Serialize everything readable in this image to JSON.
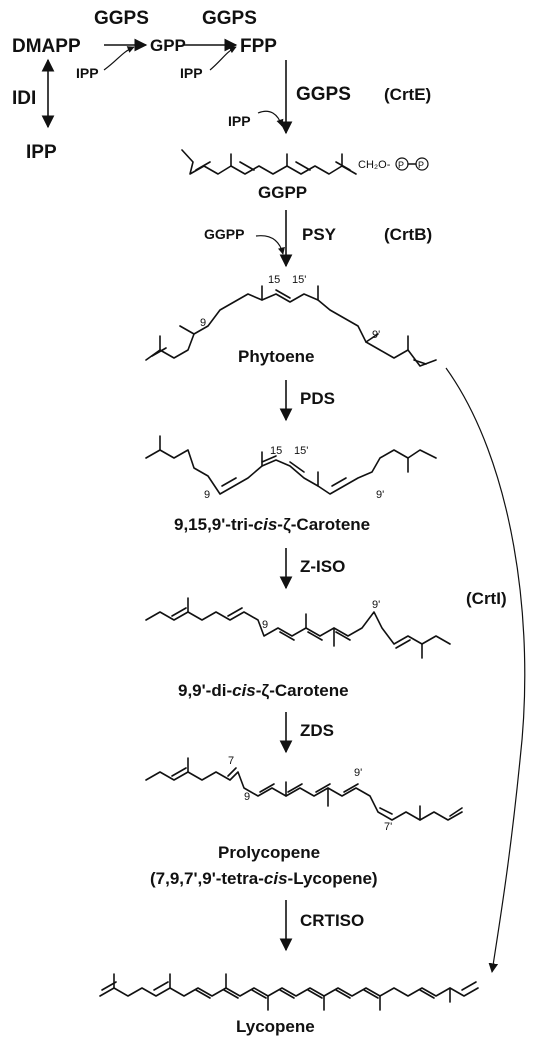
{
  "top": {
    "dmapp": "DMAPP",
    "gpp": "GPP",
    "fpp": "FPP",
    "ggps1": "GGPS",
    "ggps2": "GGPS",
    "ggps3": "GGPS",
    "ipp_in1": "IPP",
    "ipp_in2": "IPP",
    "ipp_in3": "IPP",
    "idi": "IDI",
    "ipp": "IPP",
    "crte": "(CrtE)"
  },
  "ggpp": {
    "phosphate_label": "CH₂O-",
    "phosphate_symbol": "P",
    "name": "GGPP"
  },
  "psy_step": {
    "substrate": "GGPP",
    "enzyme": "PSY",
    "gene": "(CrtB)"
  },
  "phytoene": {
    "name": "Phytoene",
    "n15": "15",
    "n15p": "15'",
    "n9": "9",
    "n9p": "9'"
  },
  "pds": "PDS",
  "zeta_tri": {
    "name_a": "9,15,9'-tri-",
    "name_cis": "cis",
    "name_b": "-ζ-Carotene",
    "n15": "15",
    "n15p": "15'",
    "n9": "9",
    "n9p": "9'"
  },
  "ziso": "Z-ISO",
  "crti": "(CrtI)",
  "zeta_di": {
    "name_a": "9,9'-di-",
    "name_cis": "cis",
    "name_b": "-ζ-Carotene",
    "n9": "9",
    "n9p": "9'"
  },
  "zds": "ZDS",
  "prolycopene": {
    "name": "Prolycopene",
    "alt_a": "(7,9,7',9'-tetra-",
    "alt_cis": "cis",
    "alt_b": "-Lycopene)",
    "n7": "7",
    "n9": "9",
    "n9p": "9'",
    "n7p": "7'"
  },
  "crtiso": "CRTISO",
  "lycopene": {
    "name": "Lycopene"
  }
}
